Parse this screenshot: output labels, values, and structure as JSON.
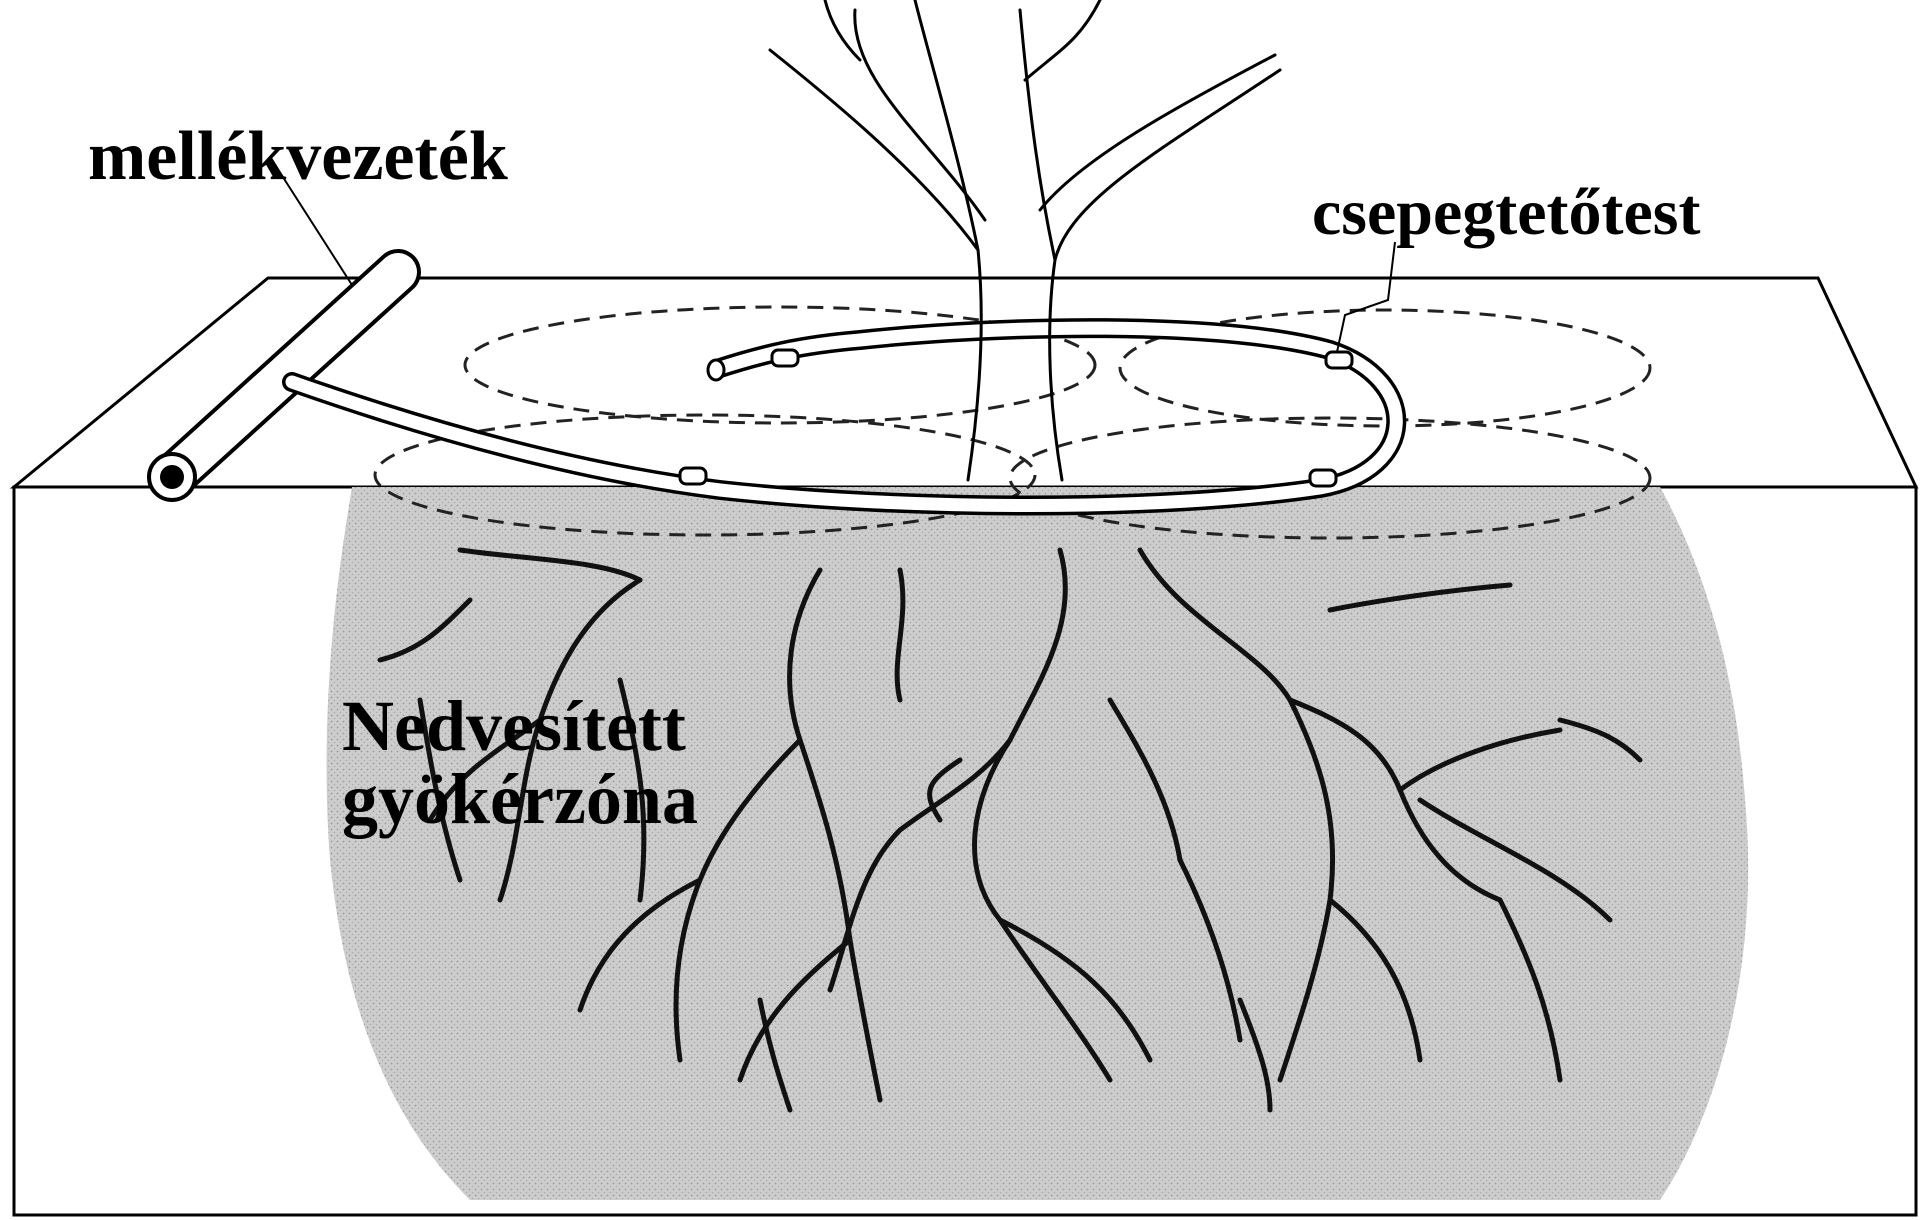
{
  "labels": {
    "lateral_pipe": "mellékvezeték",
    "emitter": "csepegtetőtest",
    "wetted_zone_line1": "Nedvesített",
    "wetted_zone_line2": "gyökérzóna"
  },
  "colors": {
    "ink": "#000000",
    "background": "#ffffff",
    "wetted_zone": "#c9c9c9"
  }
}
